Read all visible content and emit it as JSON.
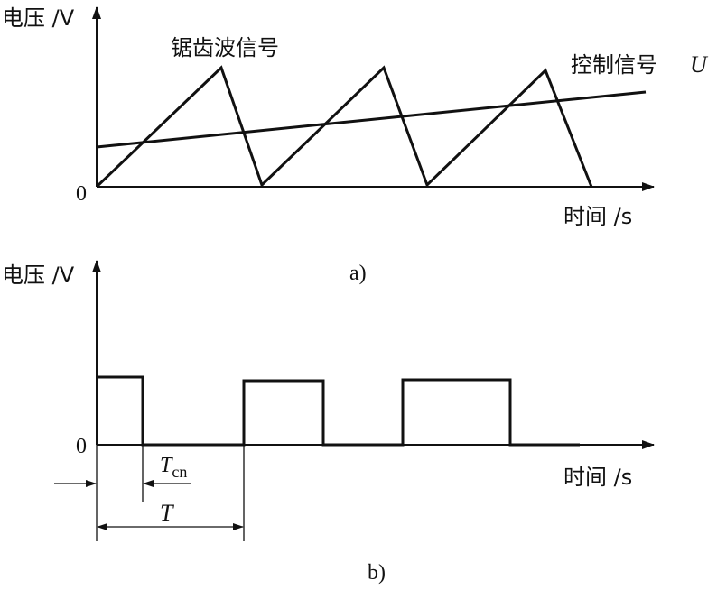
{
  "diagram_a": {
    "y_axis_label": "电压 /V",
    "x_axis_label": "时间 /s",
    "origin_label": "0",
    "sawtooth_label": "锯齿波信号",
    "control_label": "控制信号",
    "control_symbol": "U",
    "caption": "a)"
  },
  "diagram_b": {
    "y_axis_label": "电压 /V",
    "x_axis_label": "时间 /s",
    "origin_label": "0",
    "tcn_symbol": "T",
    "tcn_subscript": "cn",
    "period_symbol": "T",
    "caption": "b)"
  }
}
